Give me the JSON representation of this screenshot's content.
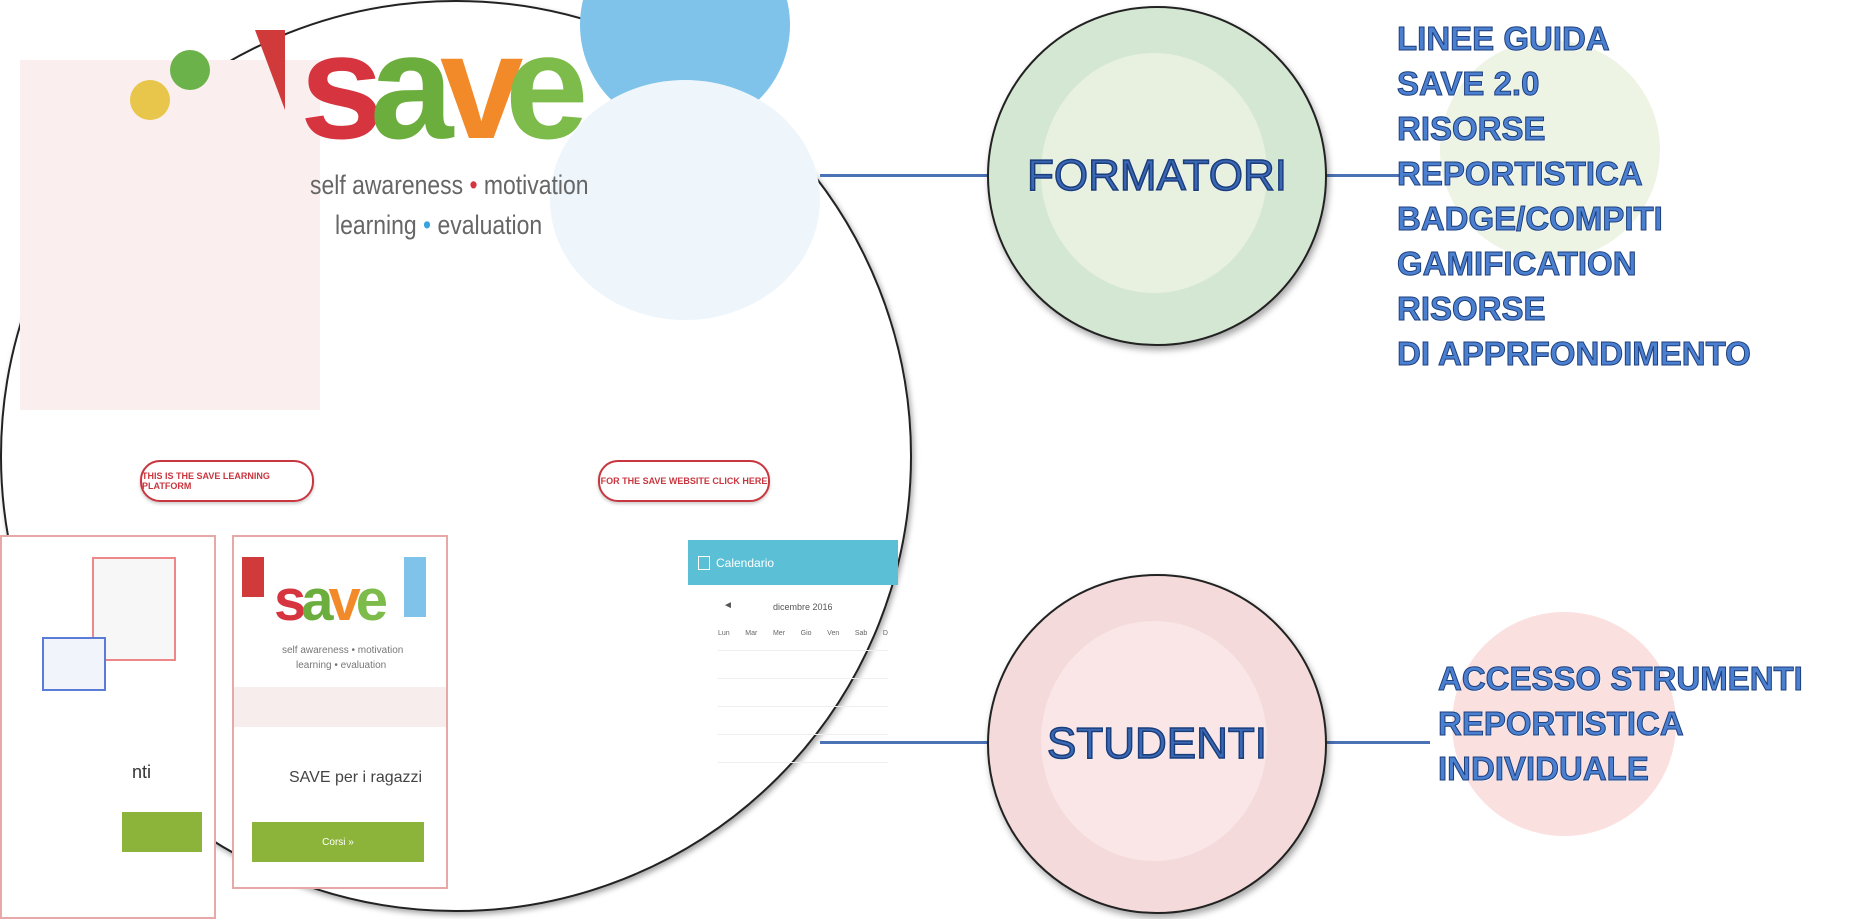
{
  "screenshot": {
    "logo_text": "save",
    "tagline_line1": "self awareness",
    "tagline_line1b": "motivation",
    "tagline_line2": "learning",
    "tagline_line2b": "evaluation",
    "platform_button": "THIS IS THE SAVE LEARNING PLATFORM",
    "website_button": "FOR THE SAVE WEBSITE CLICK HERE",
    "card_left_text": "nti",
    "card_mid_logo": "save",
    "card_mid_tagline1": "self awareness • motivation",
    "card_mid_tagline2": "learning • evaluation",
    "card_mid_title": "SAVE per i ragazzi",
    "card_mid_button": "Corsi »",
    "calendar_title": "Calendario",
    "calendar_month": "dicembre 2016",
    "calendar_days": [
      "Lun",
      "Mar",
      "Mer",
      "Gio",
      "Ven",
      "Sab",
      "D"
    ]
  },
  "formatori": {
    "label": "FORMATORI",
    "items": [
      "LINEE GUIDA",
      "SAVE 2.0",
      "RISORSE",
      "REPORTISTICA",
      "BADGE/COMPITI",
      "GAMIFICATION",
      "RISORSE",
      "DI APPRFONDIMENTO"
    ],
    "color": "#d6ead4"
  },
  "studenti": {
    "label": "STUDENTI",
    "items": [
      "ACCESSO STRUMENTI",
      "REPORTISTICA",
      "INDIVIDUALE"
    ],
    "color": "#f6dede"
  },
  "colors": {
    "line": "#4a72b5",
    "text_blue": "#4b7fd0"
  }
}
